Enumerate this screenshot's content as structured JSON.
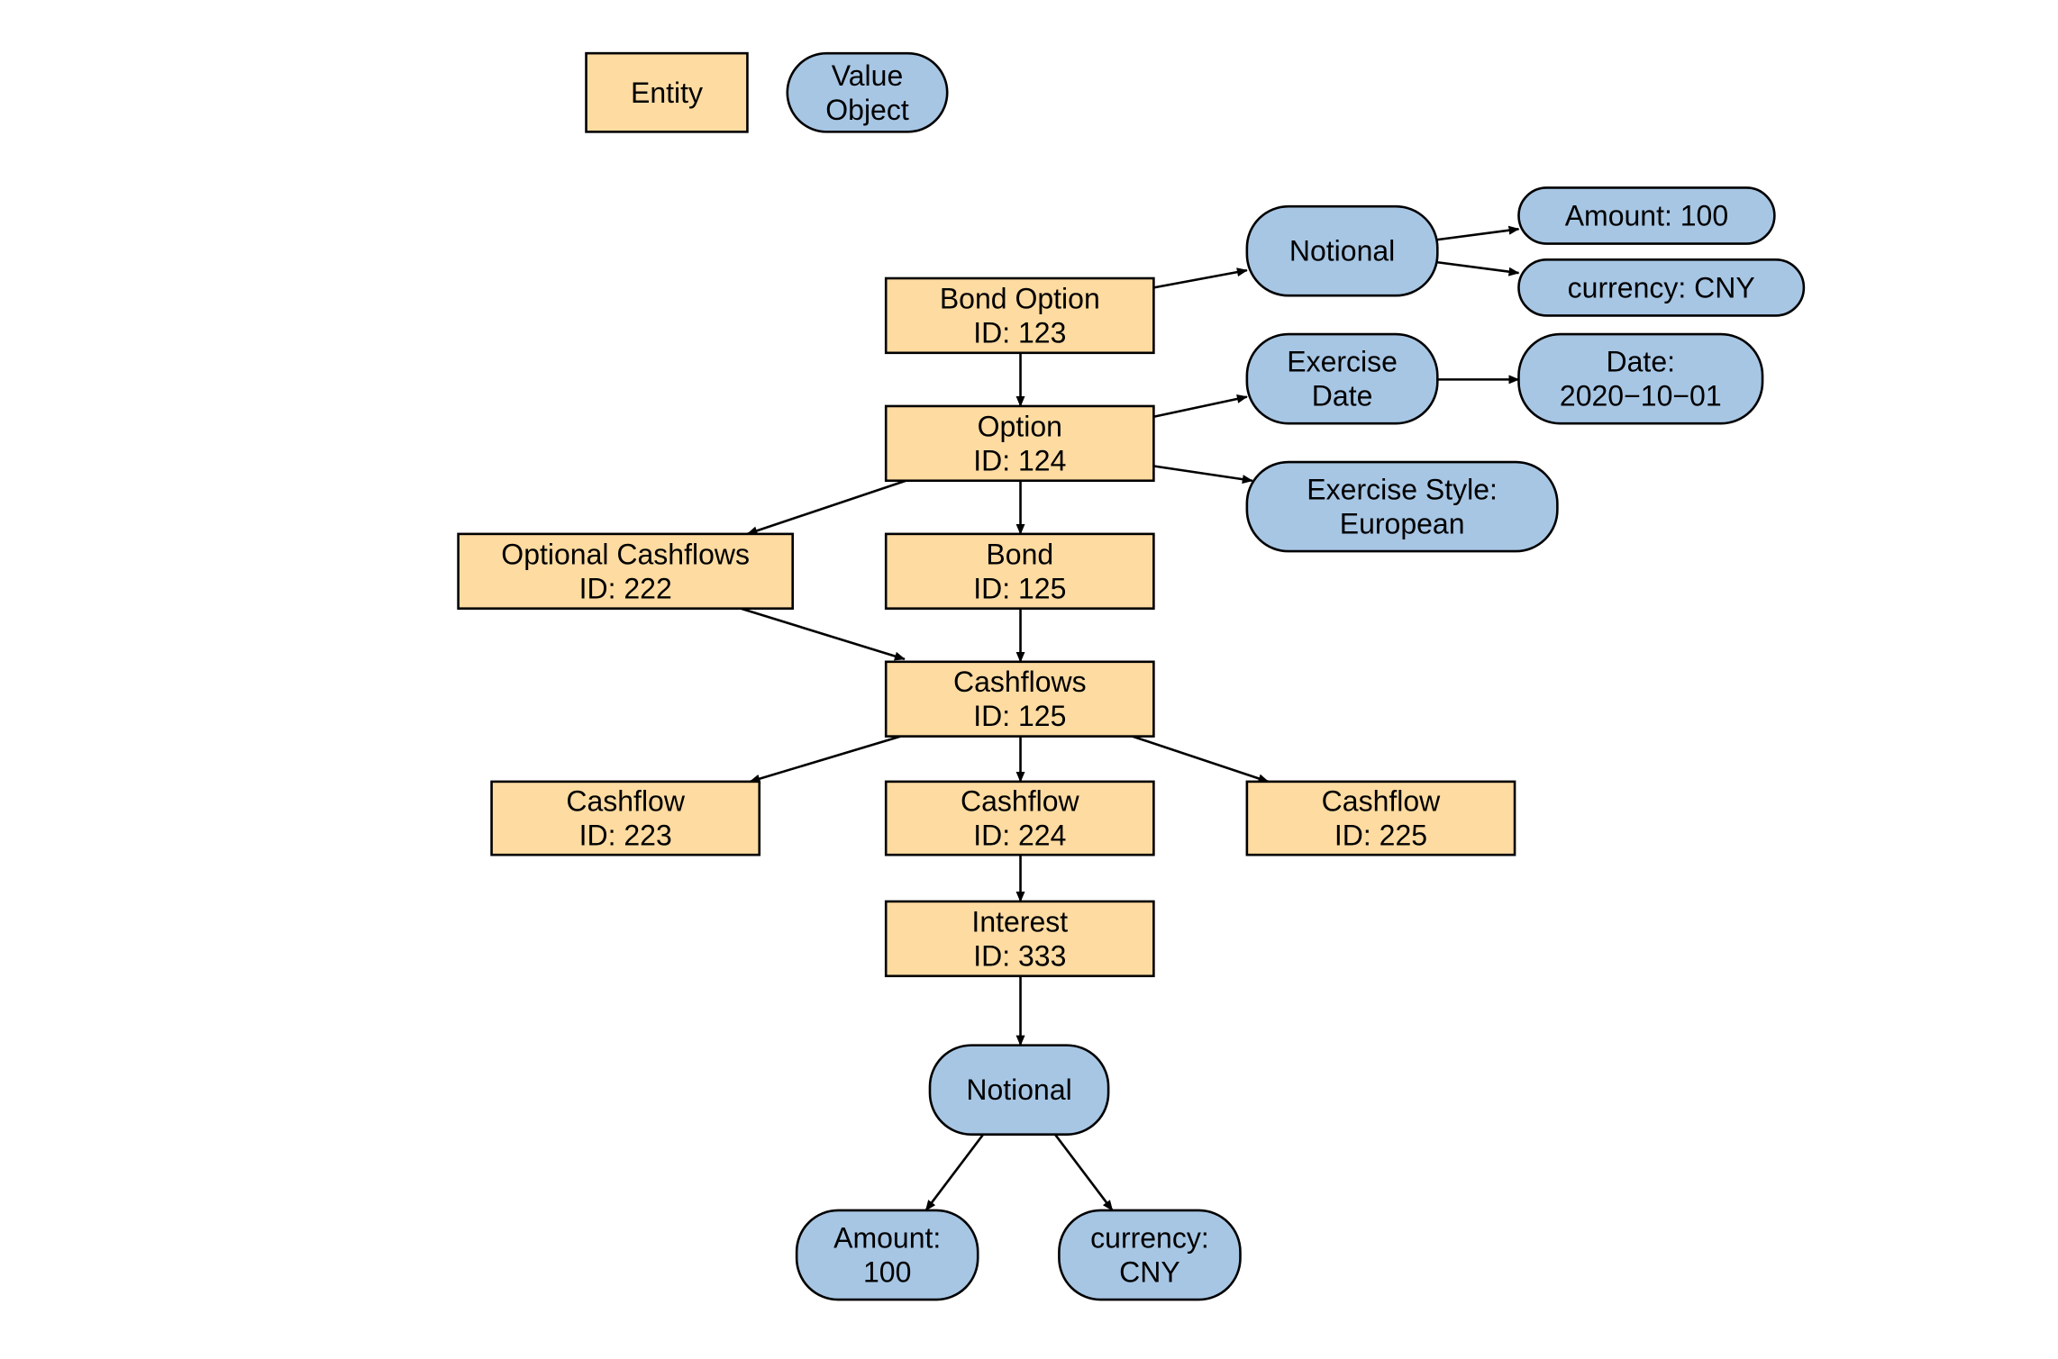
{
  "legend": {
    "entity": {
      "lines": [
        "Entity"
      ]
    },
    "value_object": {
      "lines": [
        "Value",
        "Object"
      ]
    }
  },
  "colors": {
    "entity_fill": "#fedba1",
    "value_object_fill": "#a7c6e4",
    "stroke": "#000000",
    "background": "#ffffff"
  },
  "nodes": {
    "bond_option": {
      "kind": "entity",
      "lines": [
        "Bond Option",
        "ID: 123"
      ]
    },
    "notional_top": {
      "kind": "value",
      "lines": [
        "Notional"
      ]
    },
    "amount_top": {
      "kind": "value",
      "lines": [
        "Amount: 100"
      ]
    },
    "currency_top": {
      "kind": "value",
      "lines": [
        "currency: CNY"
      ]
    },
    "option": {
      "kind": "entity",
      "lines": [
        "Option",
        "ID: 124"
      ]
    },
    "exercise_date": {
      "kind": "value",
      "lines": [
        "Exercise",
        "Date"
      ]
    },
    "date_value": {
      "kind": "value",
      "lines": [
        "Date:",
        "2020−10−01"
      ]
    },
    "exercise_style": {
      "kind": "value",
      "lines": [
        "Exercise Style:",
        "European"
      ]
    },
    "optional_cashflows": {
      "kind": "entity",
      "lines": [
        "Optional Cashflows",
        "ID: 222"
      ]
    },
    "bond": {
      "kind": "entity",
      "lines": [
        "Bond",
        "ID: 125"
      ]
    },
    "cashflows": {
      "kind": "entity",
      "lines": [
        "Cashflows",
        "ID: 125"
      ]
    },
    "cashflow_223": {
      "kind": "entity",
      "lines": [
        "Cashflow",
        "ID: 223"
      ]
    },
    "cashflow_224": {
      "kind": "entity",
      "lines": [
        "Cashflow",
        "ID: 224"
      ]
    },
    "cashflow_225": {
      "kind": "entity",
      "lines": [
        "Cashflow",
        "ID: 225"
      ]
    },
    "interest": {
      "kind": "entity",
      "lines": [
        "Interest",
        "ID: 333"
      ]
    },
    "notional_bottom": {
      "kind": "value",
      "lines": [
        "Notional"
      ]
    },
    "amount_bottom": {
      "kind": "value",
      "lines": [
        "Amount:",
        "100"
      ]
    },
    "currency_bottom": {
      "kind": "value",
      "lines": [
        "currency:",
        "CNY"
      ]
    }
  },
  "edges": [
    [
      "bond_option",
      "notional_top"
    ],
    [
      "notional_top",
      "amount_top"
    ],
    [
      "notional_top",
      "currency_top"
    ],
    [
      "bond_option",
      "option"
    ],
    [
      "option",
      "exercise_date"
    ],
    [
      "exercise_date",
      "date_value"
    ],
    [
      "option",
      "exercise_style"
    ],
    [
      "option",
      "optional_cashflows"
    ],
    [
      "option",
      "bond"
    ],
    [
      "optional_cashflows",
      "cashflows"
    ],
    [
      "bond",
      "cashflows"
    ],
    [
      "cashflows",
      "cashflow_223"
    ],
    [
      "cashflows",
      "cashflow_224"
    ],
    [
      "cashflows",
      "cashflow_225"
    ],
    [
      "cashflow_224",
      "interest"
    ],
    [
      "interest",
      "notional_bottom"
    ],
    [
      "notional_bottom",
      "amount_bottom"
    ],
    [
      "notional_bottom",
      "currency_bottom"
    ]
  ]
}
